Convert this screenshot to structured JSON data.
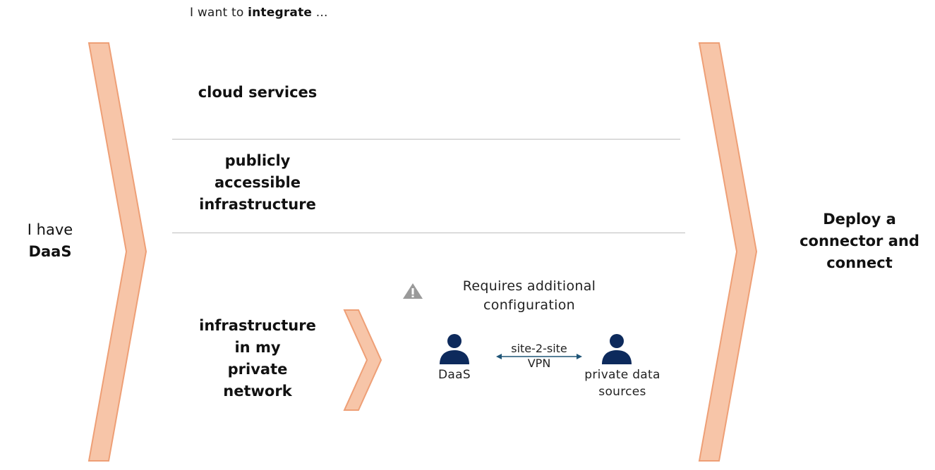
{
  "heading": {
    "prefix": "I want to ",
    "emphasis": "integrate",
    "suffix": " ..."
  },
  "start": {
    "line1": "I have",
    "line2": "DaaS"
  },
  "options": [
    {
      "lines": [
        "cloud services"
      ]
    },
    {
      "lines": [
        "publicly",
        "accessible",
        "infrastructure"
      ]
    },
    {
      "lines": [
        "infrastructure",
        "in my",
        "private",
        "network"
      ]
    }
  ],
  "private_detail": {
    "warning_icon": "warning-triangle-icon",
    "note_line1": "Requires additional",
    "note_line2": "configuration",
    "left_node": {
      "icon": "person-icon",
      "label": "DaaS"
    },
    "link_line1": "site-2-site",
    "link_line2": "VPN",
    "right_node": {
      "icon": "person-icon",
      "label_line1": "private data",
      "label_line2": "sources"
    }
  },
  "end": {
    "line1": "Deploy a",
    "line2": "connector and",
    "line3": "connect"
  },
  "colors": {
    "chevron_fill": "#f7c5a8",
    "chevron_stroke": "#ee9f76",
    "person": "#0d2a5c",
    "vpn_arrow": "#1f5577",
    "warning": "#9a9a9a",
    "divider": "#bdbdbd"
  }
}
